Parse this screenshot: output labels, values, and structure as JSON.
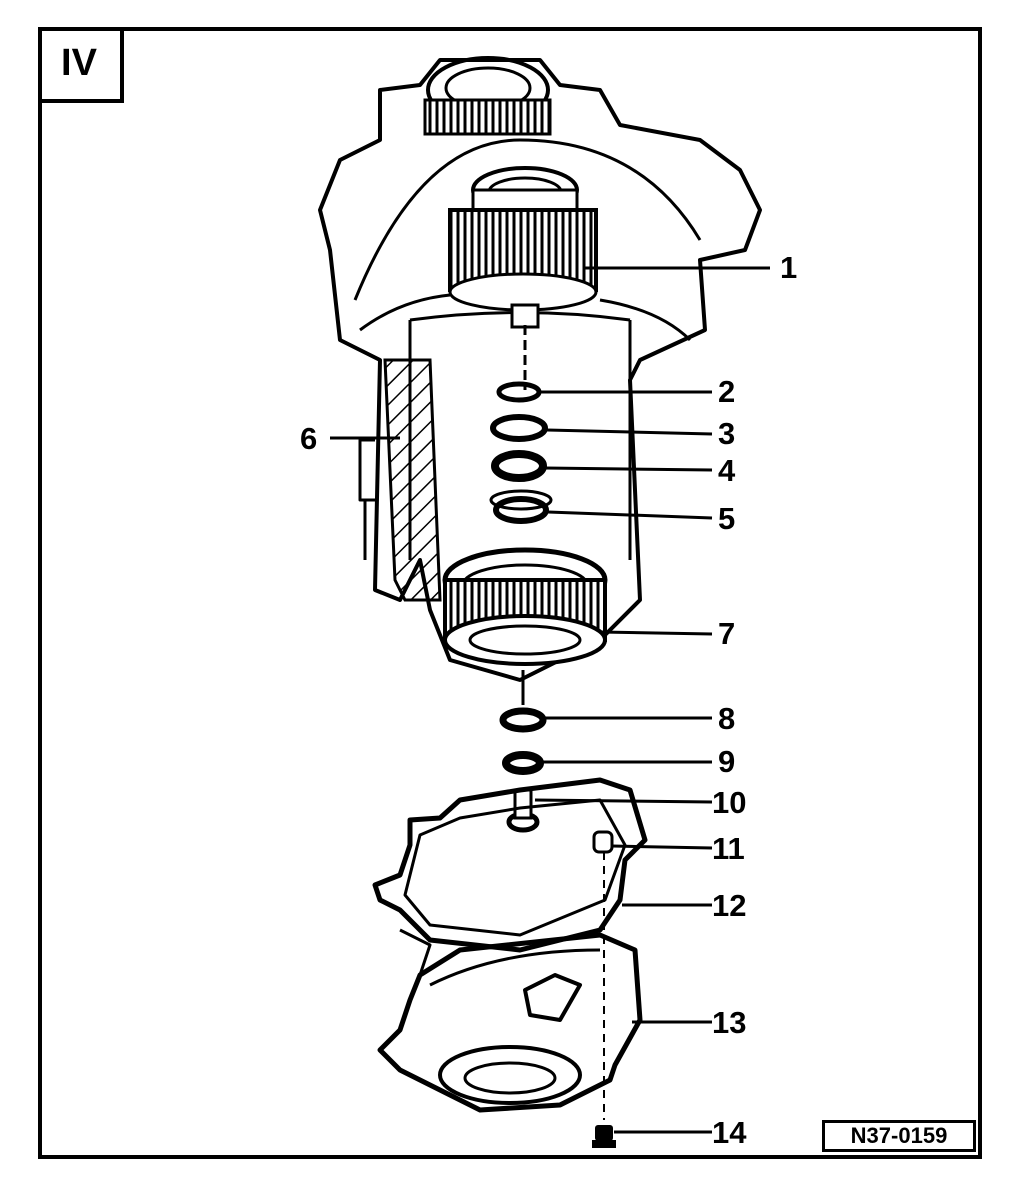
{
  "section_label": "IV",
  "reference_code": "N37-0159",
  "callouts": [
    "1",
    "2",
    "3",
    "4",
    "5",
    "6",
    "7",
    "8",
    "9",
    "10",
    "11",
    "12",
    "13",
    "14"
  ],
  "colors": {
    "ink": "#000000",
    "paper": "#ffffff",
    "shade": "#d0d0d0"
  }
}
